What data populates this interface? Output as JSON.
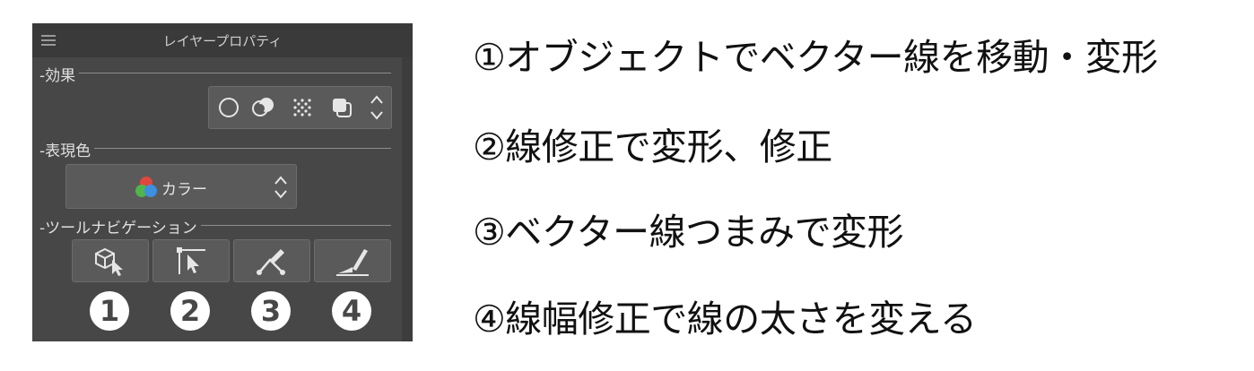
{
  "panel": {
    "title": "レイヤープロパティ",
    "effects_label": "効果",
    "expression_color_label": "表現色",
    "color_mode": "カラー",
    "tool_nav_label": "ツールナビゲーション",
    "tool_buttons": [
      {
        "icon": "object-select-icon",
        "number": "1"
      },
      {
        "icon": "correct-line-icon",
        "number": "2"
      },
      {
        "icon": "pinch-vector-line-icon",
        "number": "3"
      },
      {
        "icon": "line-width-icon",
        "number": "4"
      }
    ]
  },
  "descriptions": [
    "①オブジェクトでベクター線を移動・変形",
    "②線修正で変形、修正",
    "③ベクター線つまみで変形",
    "④線幅修正で線の太さを変える"
  ],
  "colors": {
    "panel_bg": "#474747",
    "titlebar_bg": "#3a3a3a",
    "button_bg": "#5a5a5a",
    "number_badge": "#ffffff",
    "text": "#111111"
  }
}
